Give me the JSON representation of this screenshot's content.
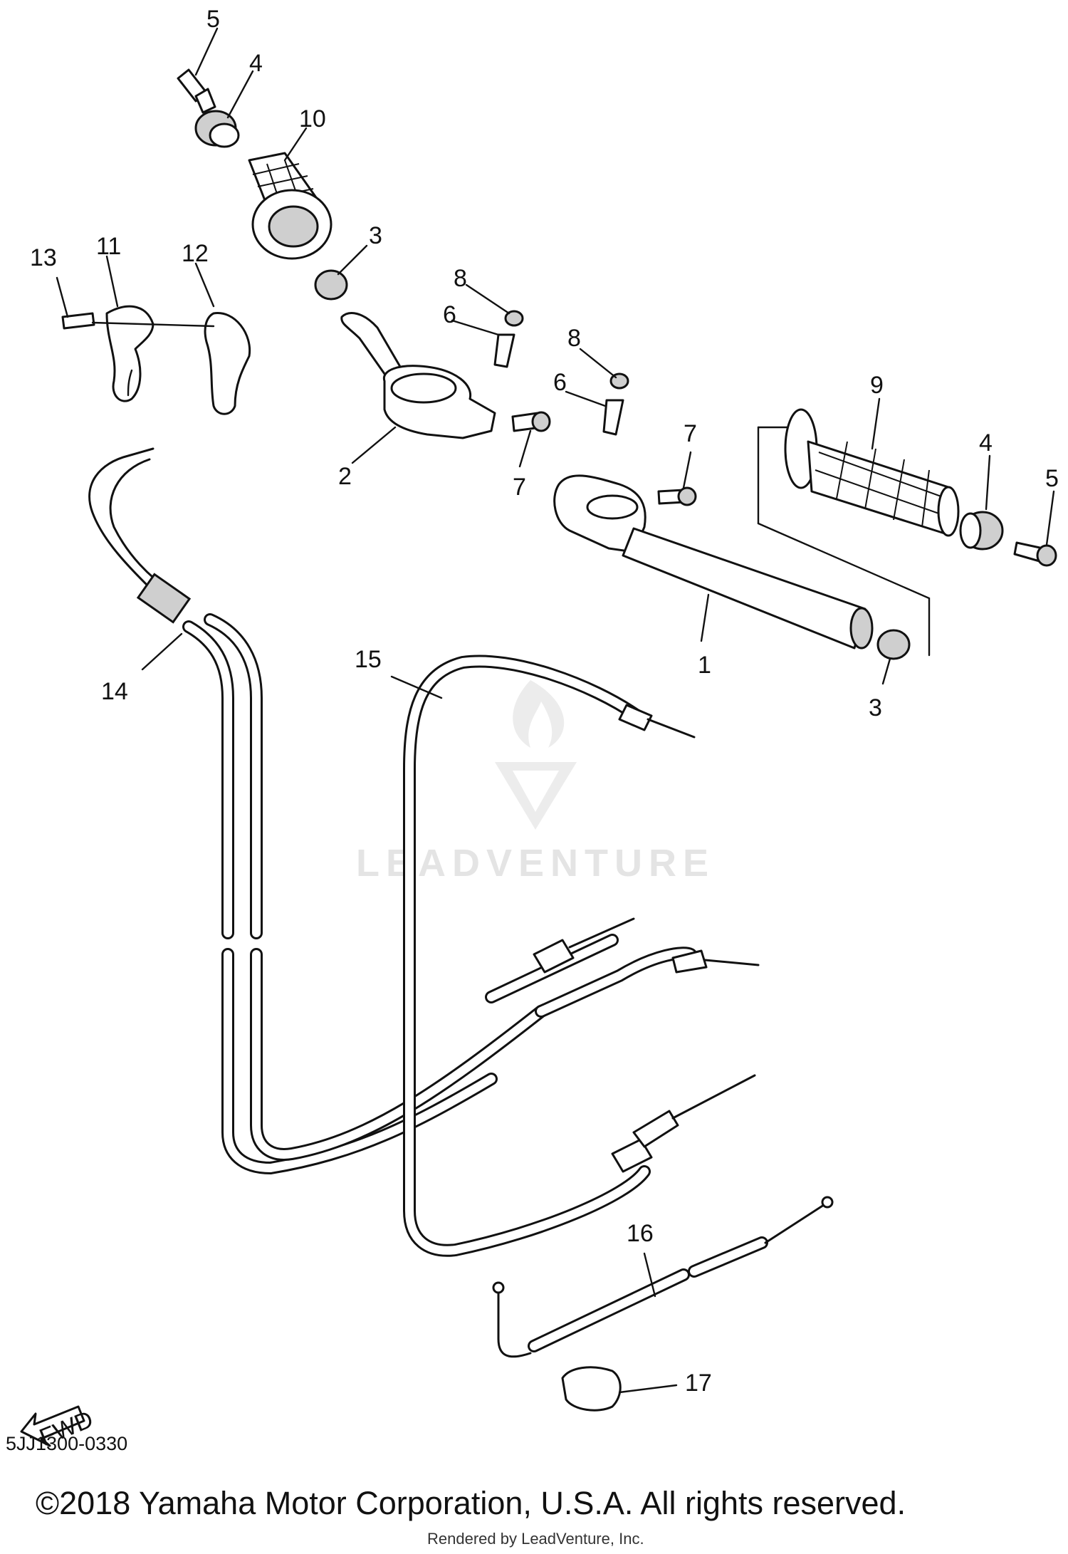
{
  "diagram": {
    "callouts": [
      {
        "id": "c5a",
        "text": "5"
      },
      {
        "id": "c4a",
        "text": "4"
      },
      {
        "id": "c10",
        "text": "10"
      },
      {
        "id": "c3a",
        "text": "3"
      },
      {
        "id": "c13",
        "text": "13"
      },
      {
        "id": "c11",
        "text": "11"
      },
      {
        "id": "c12",
        "text": "12"
      },
      {
        "id": "c8a",
        "text": "8"
      },
      {
        "id": "c6a",
        "text": "6"
      },
      {
        "id": "c2",
        "text": "2"
      },
      {
        "id": "c7a",
        "text": "7"
      },
      {
        "id": "c8b",
        "text": "8"
      },
      {
        "id": "c6b",
        "text": "6"
      },
      {
        "id": "c7b",
        "text": "7"
      },
      {
        "id": "c9",
        "text": "9"
      },
      {
        "id": "c4b",
        "text": "4"
      },
      {
        "id": "c5b",
        "text": "5"
      },
      {
        "id": "c1",
        "text": "1"
      },
      {
        "id": "c3b",
        "text": "3"
      },
      {
        "id": "c14",
        "text": "14"
      },
      {
        "id": "c15",
        "text": "15"
      },
      {
        "id": "c16",
        "text": "16"
      },
      {
        "id": "c17",
        "text": "17"
      }
    ],
    "fwd_label": "FWD",
    "watermark": "LEADVENTURE",
    "diagram_code": "5JJ1300-0330",
    "copyright": "©2018 Yamaha Motor Corporation, U.S.A. All rights reserved.",
    "rendered_by": "Rendered by LeadVenture, Inc."
  }
}
